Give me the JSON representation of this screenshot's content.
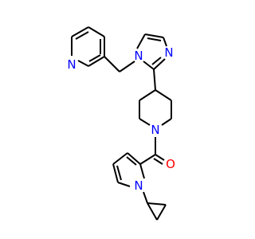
{
  "molecule": {
    "atoms": {
      "n_pyridine": "N",
      "n_imidazole_1": "N",
      "n_imidazole_3": "N",
      "n_piperidine": "N",
      "o_carbonyl": "O",
      "n_pyrrole": "N"
    }
  },
  "colors": {
    "bond": "#000000",
    "nitrogen": "#0000ff",
    "oxygen": "#ff0000",
    "background": "#ffffff"
  }
}
